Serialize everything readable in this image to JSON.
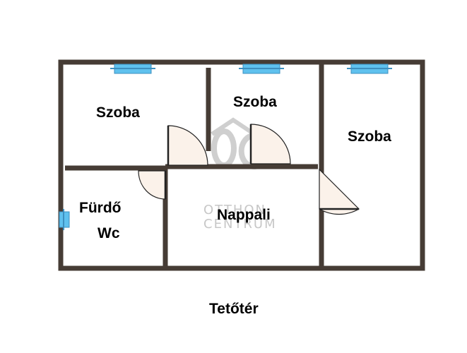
{
  "rooms": {
    "szoba_left": "Szoba",
    "szoba_middle": "Szoba",
    "szoba_right": "Szoba",
    "furdo": "Fürdő",
    "wc": "Wc",
    "nappali": "Nappali"
  },
  "floor_label": "Tetőtér",
  "watermark": {
    "logo": "OC",
    "line1": "OTTHON",
    "line2": "CENTRUM"
  },
  "colors": {
    "wall": "#463c35",
    "window": "#5fc1ee",
    "door_fill": "#fbf2ea",
    "watermark": "#c7c7c7"
  }
}
